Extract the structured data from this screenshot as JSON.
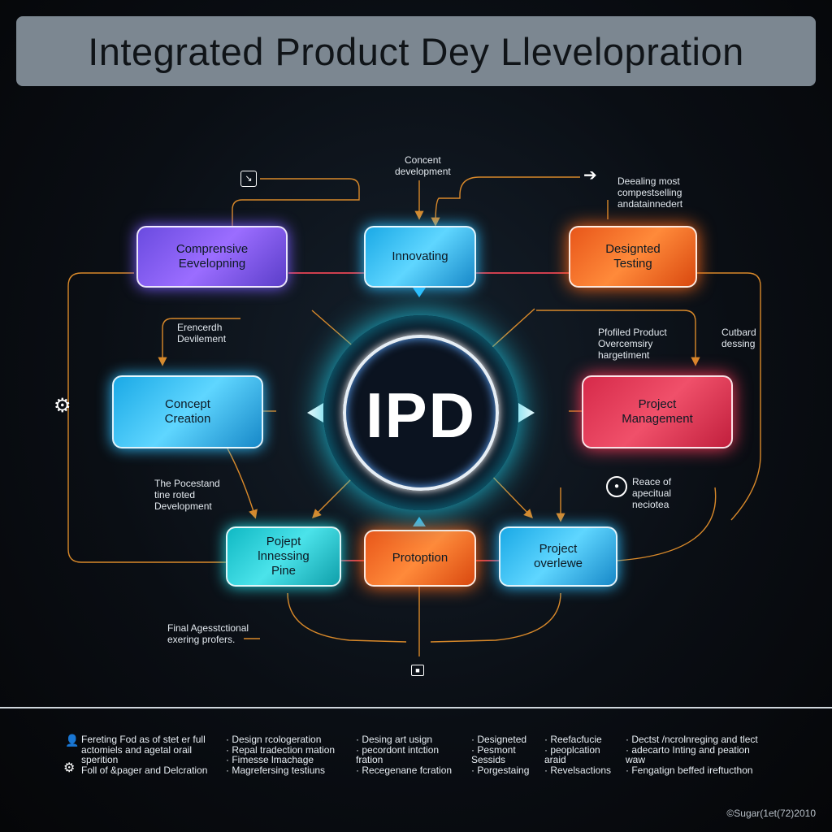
{
  "title": "Integrated Product Dey Llevelopration",
  "hub_label": "IPD",
  "nodes": {
    "comprehensive": "Comprensive\nEevelopning",
    "innovating": "Innovating",
    "designed_testing": "Designted\nTesting",
    "concept_creation": "Concept\nCreation",
    "project_management": "Project\nManagement",
    "project_pipeline": "Pojept\nlnnessing\nPine",
    "prototyping": "Protoption",
    "project_overview": "Project\noverlewe"
  },
  "annotations": {
    "concept_dev": "Concent\ndevelopment",
    "top_right": "Deealing most\ncompestselling\nandatainnedert",
    "research": "Erencerdh\nDevilement",
    "profiled": "Pfofiled Product\nOvercemsiry\nhargetiment",
    "cutbard": "Cutbard\ndessing",
    "process": "The Pocestand\ntine roted\nDevelopment",
    "peace": "Reace of\napecitual\nneciotea",
    "final": "Final Agesstctional\nexering profers."
  },
  "legend": [
    "Fereting Fod as of stet er full\nactomiels and agetal orail\n  sperition\nFoll of &pager and Delcration",
    "· Design rcologeration\n· Repal tradection mation\n· Fimesse lmachage\n· Magrefersing testiuns",
    "· Desing art usign\n· pecordont intction\n  fration\n· Recegenane fcration",
    "· Designeted\n· Pesmont\n  Sessids\n· Porgestaing",
    "· Reefacfucie\n· peoplcation\n  araid\n· Revelsactions",
    "· Dectst /ncrolnreging and tlect\n· adecarto Inting and peation\n  waw\n· Fengatign beffed ireftucthon"
  ],
  "copyright": "©Sugar(1et(72)2010",
  "colors": {
    "connector": "#d9892a",
    "purple": "#7a5cff",
    "cyan": "#2fbfff",
    "orange": "#ff6a1a",
    "red": "#ff3a5a",
    "teal": "#24d6e0"
  }
}
